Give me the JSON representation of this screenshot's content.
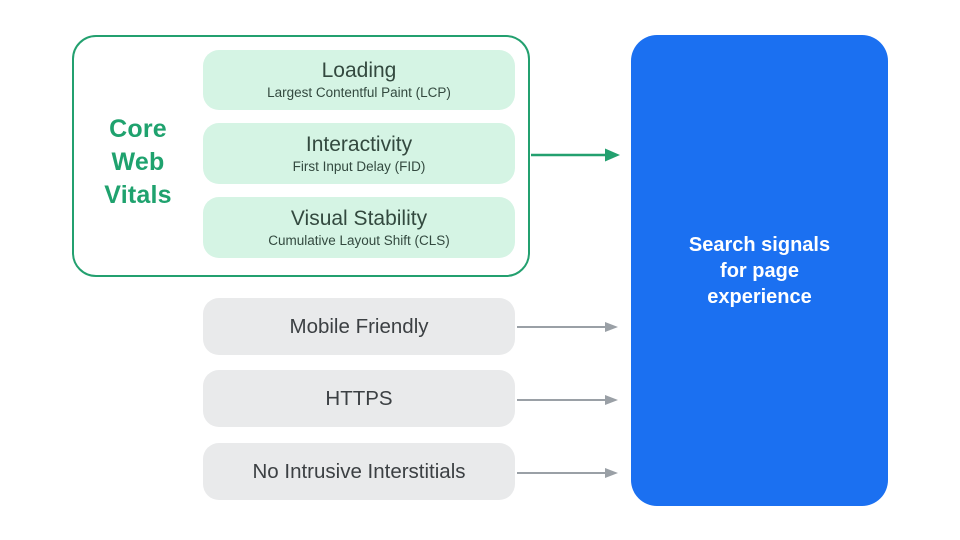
{
  "colors": {
    "accent_green": "#23a06f",
    "green_text": "#1fa26e",
    "mint_fill": "#d5f4e4",
    "mint_text": "#33493f",
    "gray_fill": "#e9eaeb",
    "gray_text": "#3c4043",
    "arrow_gray": "#9aa0a6",
    "blue_fill": "#1b70f1",
    "result_text": "#ffffff"
  },
  "core_web_vitals": {
    "label_lines": [
      "Core",
      "Web",
      "Vitals"
    ],
    "items": [
      {
        "title": "Loading",
        "subtitle": "Largest Contentful Paint (LCP)"
      },
      {
        "title": "Interactivity",
        "subtitle": "First Input Delay (FID)"
      },
      {
        "title": "Visual Stability",
        "subtitle": "Cumulative Layout Shift (CLS)"
      }
    ]
  },
  "other_signals": [
    {
      "label": "Mobile Friendly"
    },
    {
      "label": "HTTPS"
    },
    {
      "label": "No Intrusive Interstitials"
    }
  ],
  "result_box": {
    "label_lines": [
      "Search signals",
      "for page",
      "experience"
    ]
  }
}
